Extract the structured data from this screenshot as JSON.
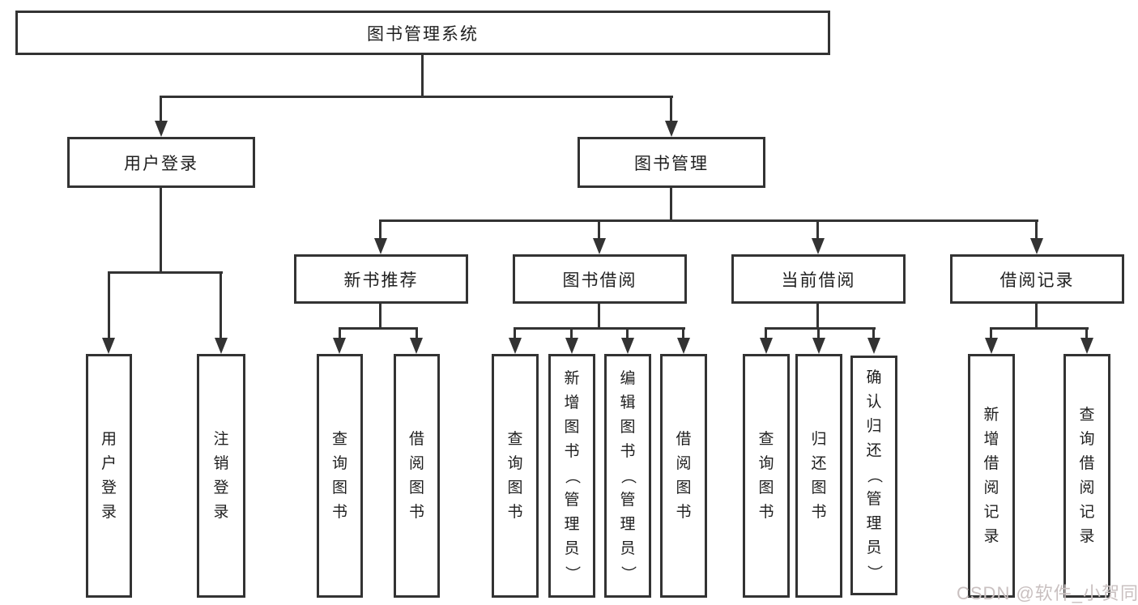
{
  "nodes": {
    "root": "图书管理系统",
    "userLogin": "用户登录",
    "bookMgmt": "图书管理",
    "newBooks": "新书推荐",
    "bookBorrow": "图书借阅",
    "currentBorrow": "当前借阅",
    "borrowRecords": "借阅记录",
    "loginLeaf": "用户登录",
    "logoutLeaf": "注销登录",
    "nbQuery": "查询图书",
    "nbBorrow": "借阅图书",
    "bbQuery": "查询图书",
    "bbAdd": "新增图书（管理员）",
    "bbEdit": "编辑图书（管理员）",
    "bbBorrow": "借阅图书",
    "cbQuery": "查询图书",
    "cbReturn": "归还图书",
    "cbConfirm": "确认归还（管理员）",
    "brAdd": "新增借阅记录",
    "brQuery": "查询借阅记录"
  },
  "watermark": "CSDN @软件_小贺同学",
  "colors": {
    "line": "#333333",
    "text": "#1f1f1f",
    "watermark": "#c9c0c0",
    "background": "#ffffff"
  }
}
